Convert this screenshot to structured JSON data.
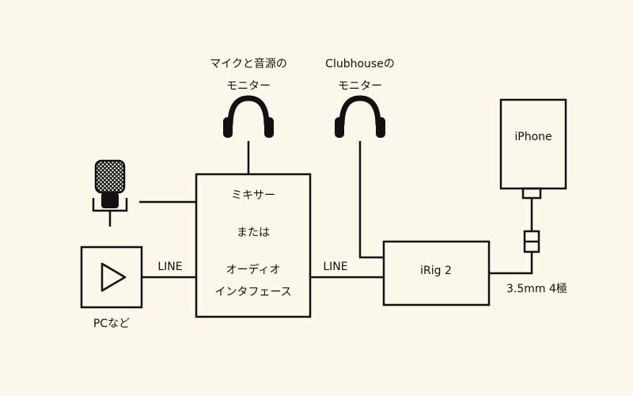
{
  "labels": {
    "mic_monitor_line1": "マイクと音源の",
    "mic_monitor_line2": "モニター",
    "clubhouse_monitor_line1": "Clubhouseの",
    "clubhouse_monitor_line2": "モニター",
    "mixer_line1": "ミキサー",
    "mixer_line2": "または",
    "mixer_line3": "オーディオ",
    "mixer_line4": "インタフェース",
    "line_left": "LINE",
    "line_right": "LINE",
    "pc": "PCなど",
    "irig": "iRig 2",
    "iphone": "iPhone",
    "cable": "3.5mm 4極"
  },
  "icons": {
    "headphones": "headphones-icon",
    "microphone": "microphone-icon",
    "play": "play-icon"
  },
  "colors": {
    "background": "#fbf7ea",
    "line": "#111111"
  }
}
